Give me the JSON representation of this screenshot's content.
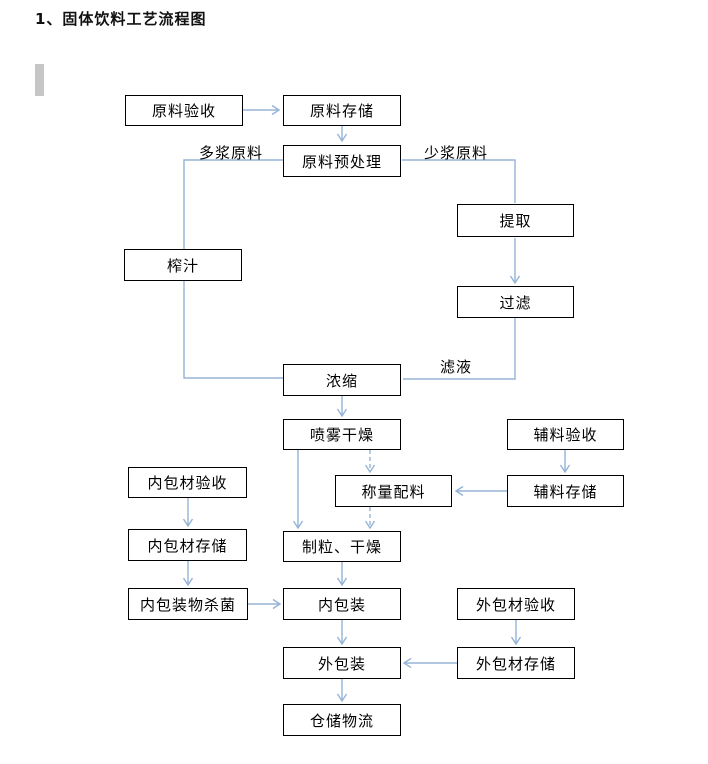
{
  "page": {
    "title": "1、固体饮料工艺流程图"
  },
  "flowchart": {
    "colors": {
      "connector": "#95b3d7",
      "box_border": "#000000",
      "text": "#000000"
    },
    "nodes": [
      {
        "id": "raw-material-acceptance",
        "label": "原料验收"
      },
      {
        "id": "raw-material-storage",
        "label": "原料存储"
      },
      {
        "id": "raw-material-pretreatment",
        "label": "原料预处理"
      },
      {
        "id": "extraction",
        "label": "提取"
      },
      {
        "id": "juicing",
        "label": "榨汁"
      },
      {
        "id": "filtration",
        "label": "过滤"
      },
      {
        "id": "concentration",
        "label": "浓缩"
      },
      {
        "id": "spray-drying",
        "label": "喷雾干燥"
      },
      {
        "id": "auxiliary-acceptance",
        "label": "辅料验收"
      },
      {
        "id": "weighing-batching",
        "label": "称量配料"
      },
      {
        "id": "auxiliary-storage",
        "label": "辅料存储"
      },
      {
        "id": "granulation-drying",
        "label": "制粒、干燥"
      },
      {
        "id": "inner-pack-acceptance",
        "label": "内包材验收"
      },
      {
        "id": "inner-pack-storage",
        "label": "内包材存储"
      },
      {
        "id": "inner-pack-sterilization",
        "label": "内包装物杀菌"
      },
      {
        "id": "inner-packaging",
        "label": "内包装"
      },
      {
        "id": "outer-pack-acceptance",
        "label": "外包材验收"
      },
      {
        "id": "outer-packaging",
        "label": "外包装"
      },
      {
        "id": "outer-pack-storage",
        "label": "外包材存储"
      },
      {
        "id": "warehousing-logistics",
        "label": "仓储物流"
      }
    ],
    "edge_labels": [
      {
        "id": "pulpy-material",
        "text": "多浆原料"
      },
      {
        "id": "less-pulpy-material",
        "text": "少浆原料"
      },
      {
        "id": "filtrate",
        "text": "滤液"
      }
    ]
  }
}
